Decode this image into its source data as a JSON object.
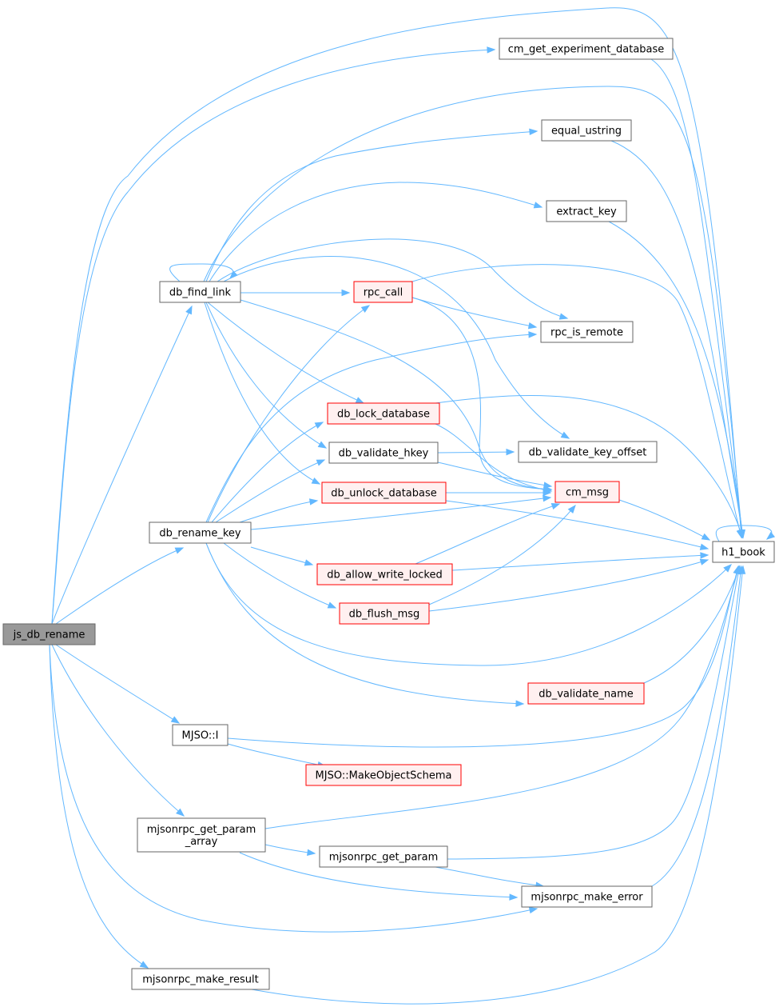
{
  "colors": {
    "edge": "#63b8ff",
    "root_fill": "#999999",
    "root_stroke": "#666666",
    "plain_fill": "#ffffff",
    "plain_stroke": "#666666",
    "truncated_fill": "#fff0f0",
    "truncated_stroke": "#ff0000",
    "text": "#000000"
  },
  "nodes": [
    {
      "id": "js_db_rename",
      "lines": [
        "js_db_rename"
      ],
      "kind": "root"
    },
    {
      "id": "db_find_link",
      "lines": [
        "db_find_link"
      ],
      "kind": "plain"
    },
    {
      "id": "cm_get_experiment_database",
      "lines": [
        "cm_get_experiment_database"
      ],
      "kind": "plain"
    },
    {
      "id": "equal_ustring",
      "lines": [
        "equal_ustring"
      ],
      "kind": "plain"
    },
    {
      "id": "extract_key",
      "lines": [
        "extract_key"
      ],
      "kind": "plain"
    },
    {
      "id": "rpc_call",
      "lines": [
        "rpc_call"
      ],
      "kind": "truncated"
    },
    {
      "id": "rpc_is_remote",
      "lines": [
        "rpc_is_remote"
      ],
      "kind": "plain"
    },
    {
      "id": "db_lock_database",
      "lines": [
        "db_lock_database"
      ],
      "kind": "truncated"
    },
    {
      "id": "db_validate_hkey",
      "lines": [
        "db_validate_hkey"
      ],
      "kind": "plain"
    },
    {
      "id": "db_validate_key_offset",
      "lines": [
        "db_validate_key_offset"
      ],
      "kind": "plain"
    },
    {
      "id": "db_unlock_database",
      "lines": [
        "db_unlock_database"
      ],
      "kind": "truncated"
    },
    {
      "id": "cm_msg",
      "lines": [
        "cm_msg"
      ],
      "kind": "truncated"
    },
    {
      "id": "db_rename_key",
      "lines": [
        "db_rename_key"
      ],
      "kind": "plain"
    },
    {
      "id": "h1_book",
      "lines": [
        "h1_book"
      ],
      "kind": "plain"
    },
    {
      "id": "db_allow_write_locked",
      "lines": [
        "db_allow_write_locked"
      ],
      "kind": "truncated"
    },
    {
      "id": "db_flush_msg",
      "lines": [
        "db_flush_msg"
      ],
      "kind": "truncated"
    },
    {
      "id": "db_validate_name",
      "lines": [
        "db_validate_name"
      ],
      "kind": "truncated"
    },
    {
      "id": "MJSO_I",
      "lines": [
        "MJSO::I"
      ],
      "kind": "plain"
    },
    {
      "id": "MJSO_MakeObjectSchema",
      "lines": [
        "MJSO::MakeObjectSchema"
      ],
      "kind": "truncated"
    },
    {
      "id": "mjsonrpc_get_param_array",
      "lines": [
        "mjsonrpc_get_param",
        "_array"
      ],
      "kind": "plain"
    },
    {
      "id": "mjsonrpc_get_param",
      "lines": [
        "mjsonrpc_get_param"
      ],
      "kind": "plain"
    },
    {
      "id": "mjsonrpc_make_error",
      "lines": [
        "mjsonrpc_make_error"
      ],
      "kind": "plain"
    },
    {
      "id": "mjsonrpc_make_result",
      "lines": [
        "mjsonrpc_make_result"
      ],
      "kind": "plain"
    }
  ],
  "edges": [
    [
      "js_db_rename",
      "db_find_link"
    ],
    [
      "js_db_rename",
      "cm_get_experiment_database"
    ],
    [
      "js_db_rename",
      "h1_book"
    ],
    [
      "js_db_rename",
      "db_rename_key"
    ],
    [
      "js_db_rename",
      "MJSO_I"
    ],
    [
      "js_db_rename",
      "mjsonrpc_get_param_array"
    ],
    [
      "js_db_rename",
      "mjsonrpc_make_error"
    ],
    [
      "js_db_rename",
      "mjsonrpc_make_result"
    ],
    [
      "db_find_link",
      "db_find_link"
    ],
    [
      "db_find_link",
      "equal_ustring"
    ],
    [
      "db_find_link",
      "extract_key"
    ],
    [
      "db_find_link",
      "rpc_call"
    ],
    [
      "db_find_link",
      "rpc_is_remote"
    ],
    [
      "db_find_link",
      "db_lock_database"
    ],
    [
      "db_find_link",
      "db_validate_hkey"
    ],
    [
      "db_find_link",
      "db_validate_key_offset"
    ],
    [
      "db_find_link",
      "db_unlock_database"
    ],
    [
      "db_find_link",
      "cm_msg"
    ],
    [
      "db_find_link",
      "h1_book"
    ],
    [
      "cm_get_experiment_database",
      "h1_book"
    ],
    [
      "equal_ustring",
      "h1_book"
    ],
    [
      "extract_key",
      "h1_book"
    ],
    [
      "rpc_call",
      "rpc_is_remote"
    ],
    [
      "rpc_call",
      "cm_msg"
    ],
    [
      "rpc_call",
      "h1_book"
    ],
    [
      "db_lock_database",
      "cm_msg"
    ],
    [
      "db_lock_database",
      "h1_book"
    ],
    [
      "db_validate_hkey",
      "db_validate_key_offset"
    ],
    [
      "db_validate_hkey",
      "cm_msg"
    ],
    [
      "db_unlock_database",
      "cm_msg"
    ],
    [
      "db_unlock_database",
      "h1_book"
    ],
    [
      "cm_msg",
      "h1_book"
    ],
    [
      "h1_book",
      "h1_book"
    ],
    [
      "db_rename_key",
      "rpc_call"
    ],
    [
      "db_rename_key",
      "rpc_is_remote"
    ],
    [
      "db_rename_key",
      "db_lock_database"
    ],
    [
      "db_rename_key",
      "db_validate_hkey"
    ],
    [
      "db_rename_key",
      "db_unlock_database"
    ],
    [
      "db_rename_key",
      "cm_msg"
    ],
    [
      "db_rename_key",
      "db_allow_write_locked"
    ],
    [
      "db_rename_key",
      "db_flush_msg"
    ],
    [
      "db_rename_key",
      "h1_book"
    ],
    [
      "db_rename_key",
      "db_validate_name"
    ],
    [
      "db_allow_write_locked",
      "cm_msg"
    ],
    [
      "db_allow_write_locked",
      "h1_book"
    ],
    [
      "db_flush_msg",
      "cm_msg"
    ],
    [
      "db_flush_msg",
      "h1_book"
    ],
    [
      "db_validate_name",
      "h1_book"
    ],
    [
      "MJSO_I",
      "h1_book"
    ],
    [
      "MJSO_I",
      "MJSO_MakeObjectSchema"
    ],
    [
      "mjsonrpc_get_param_array",
      "h1_book"
    ],
    [
      "mjsonrpc_get_param_array",
      "mjsonrpc_get_param"
    ],
    [
      "mjsonrpc_get_param_array",
      "mjsonrpc_make_error"
    ],
    [
      "mjsonrpc_get_param",
      "h1_book"
    ],
    [
      "mjsonrpc_get_param",
      "mjsonrpc_make_error"
    ],
    [
      "mjsonrpc_make_error",
      "h1_book"
    ],
    [
      "mjsonrpc_make_result",
      "h1_book"
    ]
  ]
}
